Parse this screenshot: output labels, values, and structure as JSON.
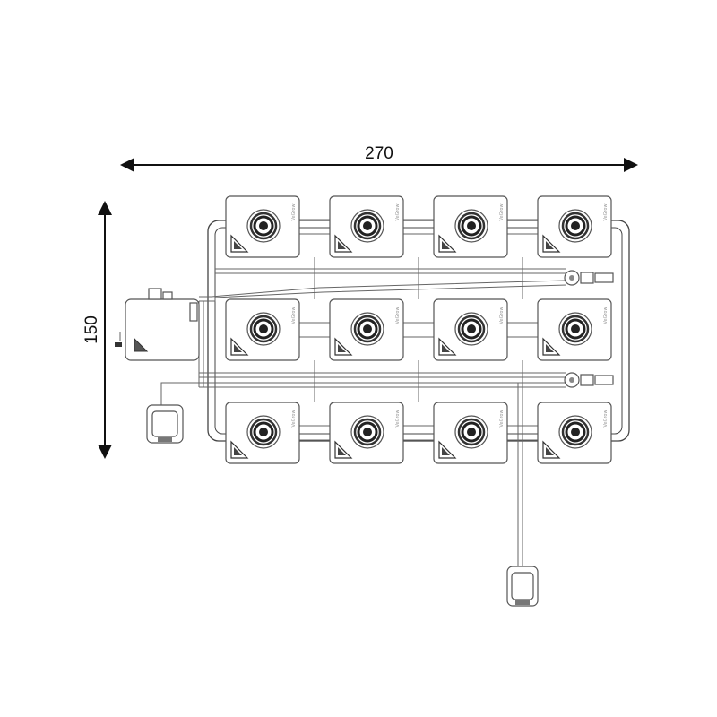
{
  "dimensions": {
    "width_label": "270",
    "height_label": "150"
  },
  "layout": {
    "rows": 3,
    "columns": 4
  },
  "brand_text": "VeGrow"
}
